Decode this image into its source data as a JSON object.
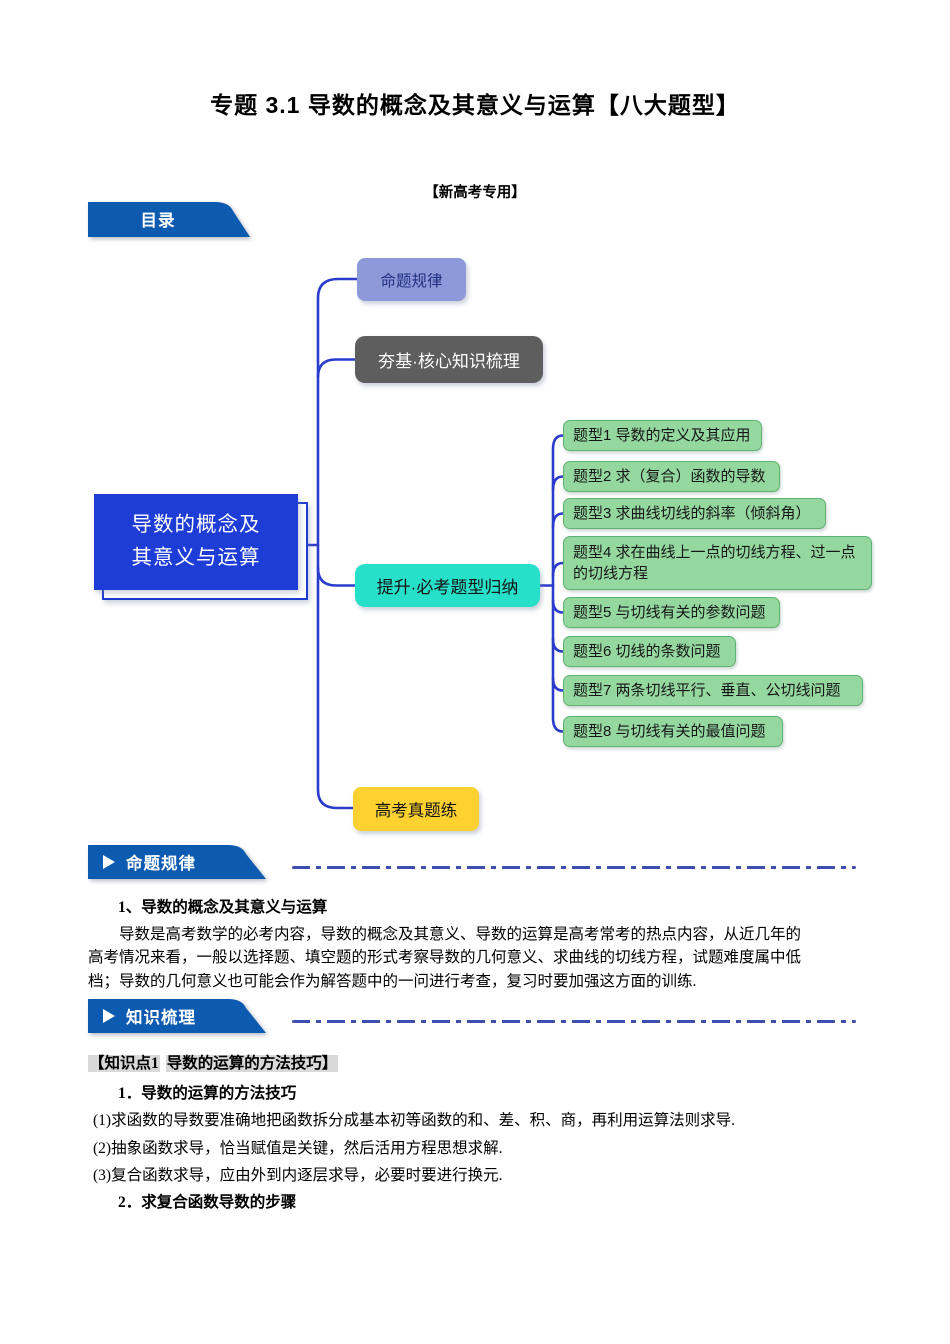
{
  "page": {
    "title": "专题 3.1 导数的概念及其意义与运算【八大题型】",
    "subtitle": "【新高考专用】"
  },
  "toc": {
    "label": "目录"
  },
  "mindmap": {
    "root": {
      "lines": [
        "导数的概念及",
        "其意义与运算"
      ]
    },
    "branches": [
      {
        "label": "命题规律"
      },
      {
        "label": "夯基·核心知识梳理"
      },
      {
        "label": "提升·必考题型归纳"
      },
      {
        "label": "高考真题练"
      }
    ],
    "topics": [
      {
        "label": "题型1 导数的定义及其应用"
      },
      {
        "label": "题型2 求（复合）函数的导数"
      },
      {
        "label": "题型3 求曲线切线的斜率（倾斜角）"
      },
      {
        "label": "题型4 求在曲线上一点的切线方程、过一点\n的切线方程"
      },
      {
        "label": "题型5 与切线有关的参数问题"
      },
      {
        "label": "题型6 切线的条数问题"
      },
      {
        "label": "题型7 两条切线平行、垂直、公切线问题"
      },
      {
        "label": "题型8 与切线有关的最值问题"
      }
    ]
  },
  "sections": {
    "rules": {
      "banner": "命题规律",
      "heading": "1、导数的概念及其意义与运算",
      "paragraph_lines": [
        "导数是高考数学的必考内容，导数的概念及其意义、导数的运算是高考常考的热点内容，从近几年的",
        "高考情况来看，一般以选择题、填空题的形式考察导数的几何意义、求曲线的切线方程，试题难度属中低",
        "档；导数的几何意义也可能会作为解答题中的一问进行考查，复习时要加强这方面的训练."
      ]
    },
    "knowledge": {
      "banner": "知识梳理",
      "kp_header_left": "【知识点1",
      "kp_header_right": "导数的运算的方法技巧】",
      "item1_heading": "1．导数的运算的方法技巧",
      "points": [
        "(1)求函数的导数要准确地把函数拆分成基本初等函数的和、差、积、商，再利用运算法则求导.",
        "(2)抽象函数求导，恰当赋值是关键，然后活用方程思想求解.",
        "(3)复合函数求导，应由外到内逐层求导，必要时要进行换元."
      ],
      "item2_heading": "2．求复合函数导数的步骤"
    }
  },
  "colors": {
    "banner_blue": "#0d5ab1",
    "dash_line": "#3f4fae",
    "connector_blue": "#2b3ccc",
    "root_blue": "#1e3cd6",
    "branch_purple": "#8d99d8",
    "branch_gray": "#5e5e5e",
    "branch_cyan": "#27e0ca",
    "branch_yellow": "#fdd230",
    "topic_green": "#94d8a0",
    "topic_green_border": "#5fb271",
    "highlight_gray": "#d9d9d9"
  }
}
